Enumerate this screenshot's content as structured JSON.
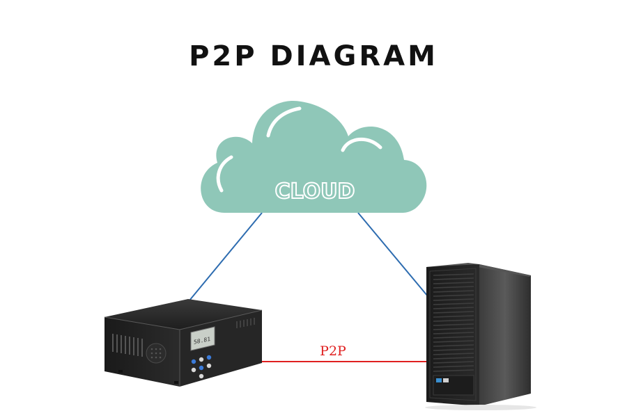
{
  "title": "P2P DIAGRAM",
  "cloud": {
    "label": "CLOUD",
    "fill_color": "#8fc7b8",
    "icon": "cloud-icon"
  },
  "links": {
    "p2p_label": "P2P",
    "p2p_color": "#e02020",
    "cloud_link_color": "#2d6cb0"
  },
  "devices": {
    "controller": {
      "icon": "device-box-icon",
      "screen_text": "58.81"
    },
    "server": {
      "icon": "server-tower-icon"
    }
  }
}
